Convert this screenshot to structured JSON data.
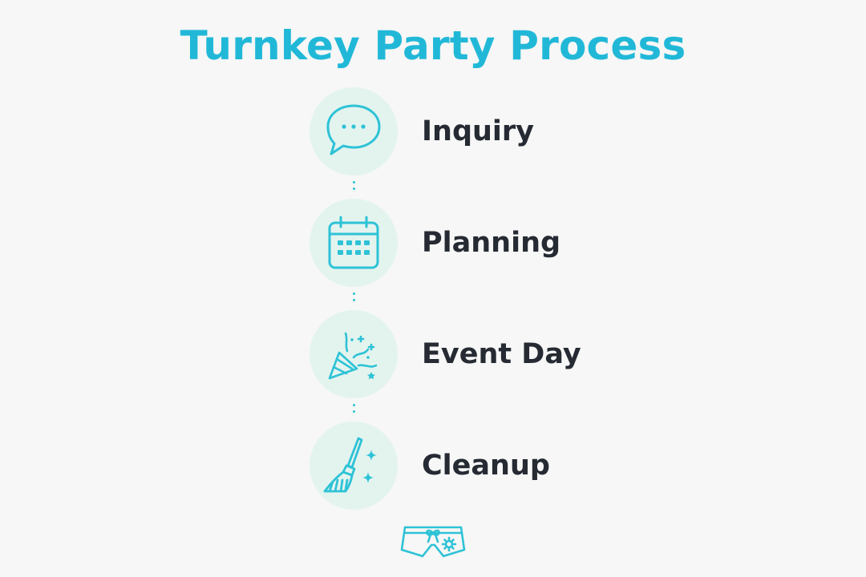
{
  "title": "Turnkey Party Process",
  "steps": [
    {
      "label": "Inquiry",
      "icon": "speech-bubble-icon"
    },
    {
      "label": "Planning",
      "icon": "calendar-icon"
    },
    {
      "label": "Event Day",
      "icon": "party-popper-icon"
    },
    {
      "label": "Cleanup",
      "icon": "broom-icon"
    }
  ],
  "footer_icon": "swim-shorts-icon",
  "colors": {
    "accent": "#21b8d8",
    "icon_stroke": "#2ec2d6",
    "circle_fill": "#e3f4ef",
    "label_text": "#252a33",
    "background": "#f6f7f6"
  }
}
